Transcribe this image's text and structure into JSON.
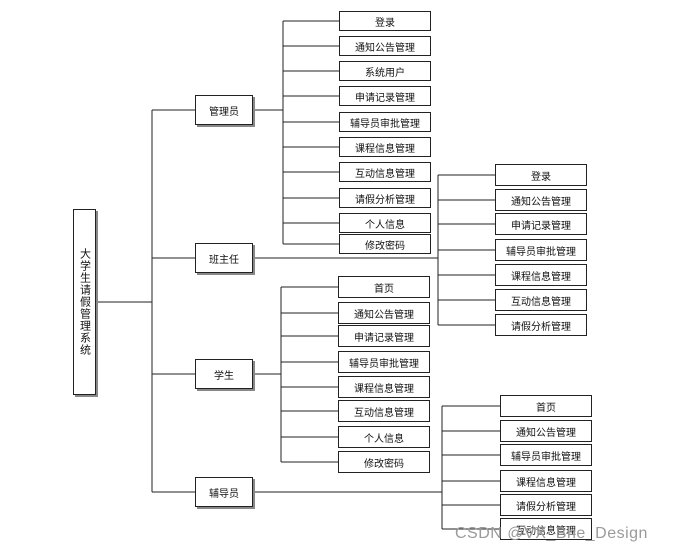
{
  "root": "大学生请假管理系统",
  "roles": {
    "admin": {
      "label": "管理员",
      "items": [
        "登录",
        "通知公告管理",
        "系统用户",
        "申请记录管理",
        "辅导员审批管理",
        "课程信息管理",
        "互动信息管理",
        "请假分析管理",
        "个人信息",
        "修改密码"
      ]
    },
    "headteacher": {
      "label": "班主任",
      "items": [
        "登录",
        "通知公告管理",
        "申请记录管理",
        "辅导员审批管理",
        "课程信息管理",
        "互动信息管理",
        "请假分析管理"
      ]
    },
    "student": {
      "label": "学生",
      "items": [
        "首页",
        "通知公告管理",
        "申请记录管理",
        "辅导员审批管理",
        "课程信息管理",
        "互动信息管理",
        "个人信息",
        "修改密码"
      ]
    },
    "counselor": {
      "label": "辅导员",
      "items": [
        "首页",
        "通知公告管理",
        "辅导员审批管理",
        "课程信息管理",
        "请假分析管理",
        "互动信息管理"
      ]
    }
  },
  "watermark": "CSDN @VX_Bhe_Design",
  "colors": {
    "line": "#222222",
    "box_border": "#222222",
    "watermark": "#9a9a9a"
  }
}
